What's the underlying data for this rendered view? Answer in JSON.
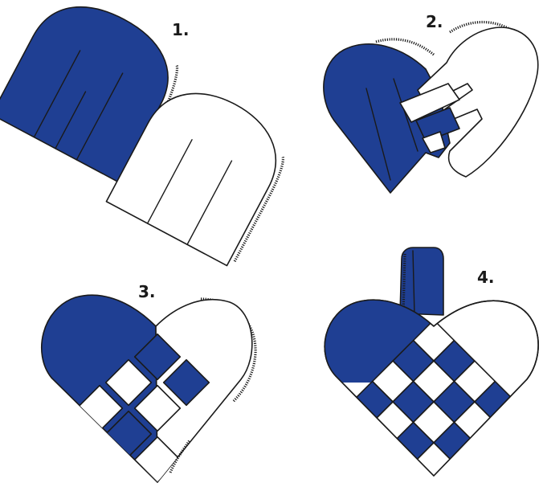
{
  "steps": [
    {
      "label": "1."
    },
    {
      "label": "2."
    },
    {
      "label": "3."
    },
    {
      "label": "4."
    }
  ],
  "colors": {
    "blue": "#1f3f93",
    "white": "#ffffff",
    "ink": "#1a1a1a"
  }
}
